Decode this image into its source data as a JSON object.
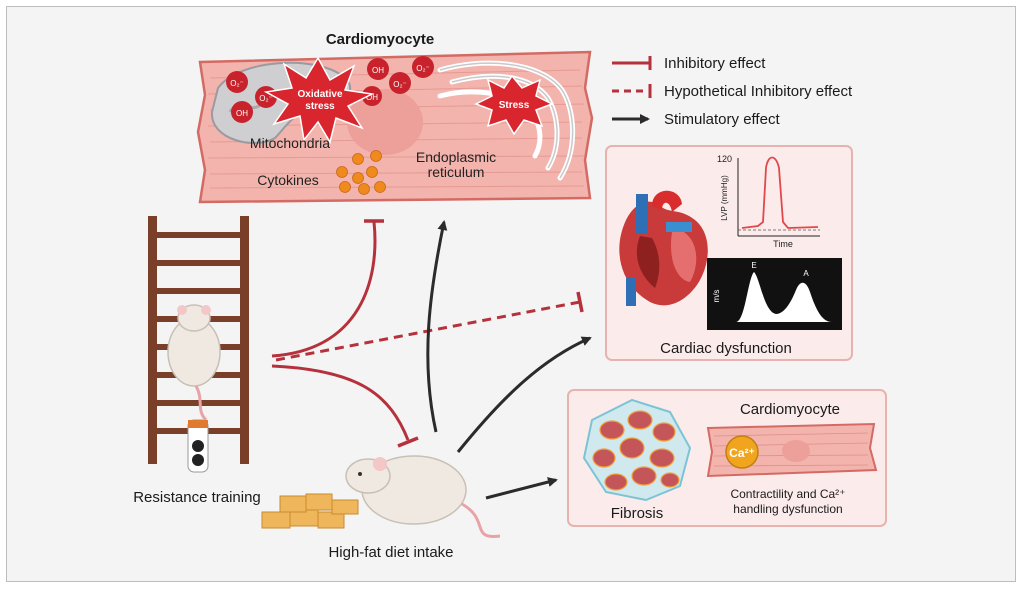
{
  "title": "Cardiomyocyte",
  "cell": {
    "oxidative": [
      "Oxidative",
      "stress"
    ],
    "stress": "Stress",
    "mitochondria": "Mitochondria",
    "cytokines": "Cytokines",
    "er": [
      "Endoplasmic",
      "reticulum"
    ],
    "radicals": [
      "O₂⁻",
      "O₂⁻",
      "OH",
      "OH",
      "O₂⁻",
      "O₂⁻",
      "OH"
    ]
  },
  "legend": {
    "inhibitory": "Inhibitory effect",
    "hypothetical": "Hypothetical Inhibitory effect",
    "stimulatory": "Stimulatory effect"
  },
  "dysfunction_panel": {
    "label": "Cardiac dysfunction",
    "lvp_value": "120",
    "lvp_axis": "LVP (mmHg)",
    "time_axis": "Time",
    "doppler_axis": "m/s",
    "peak_e": "E",
    "peak_a": "A"
  },
  "fibrosis_panel": {
    "label": "Fibrosis",
    "cell_title": "Cardiomyocyte",
    "calcium": "Ca²⁺",
    "caption": [
      "Contractility and Ca²⁺",
      "handling dysfunction"
    ]
  },
  "resistance_label": "Resistance training",
  "diet_label": "High-fat diet intake",
  "colors": {
    "cell_fill": "#f2b4ad",
    "cell_stroke": "#d46a64",
    "inhibitory": "#b5313b",
    "stimulatory": "#2b2b2b",
    "ladder": "#7a3f28",
    "star": "#d9252e",
    "cytokine": "#f08a1c"
  }
}
